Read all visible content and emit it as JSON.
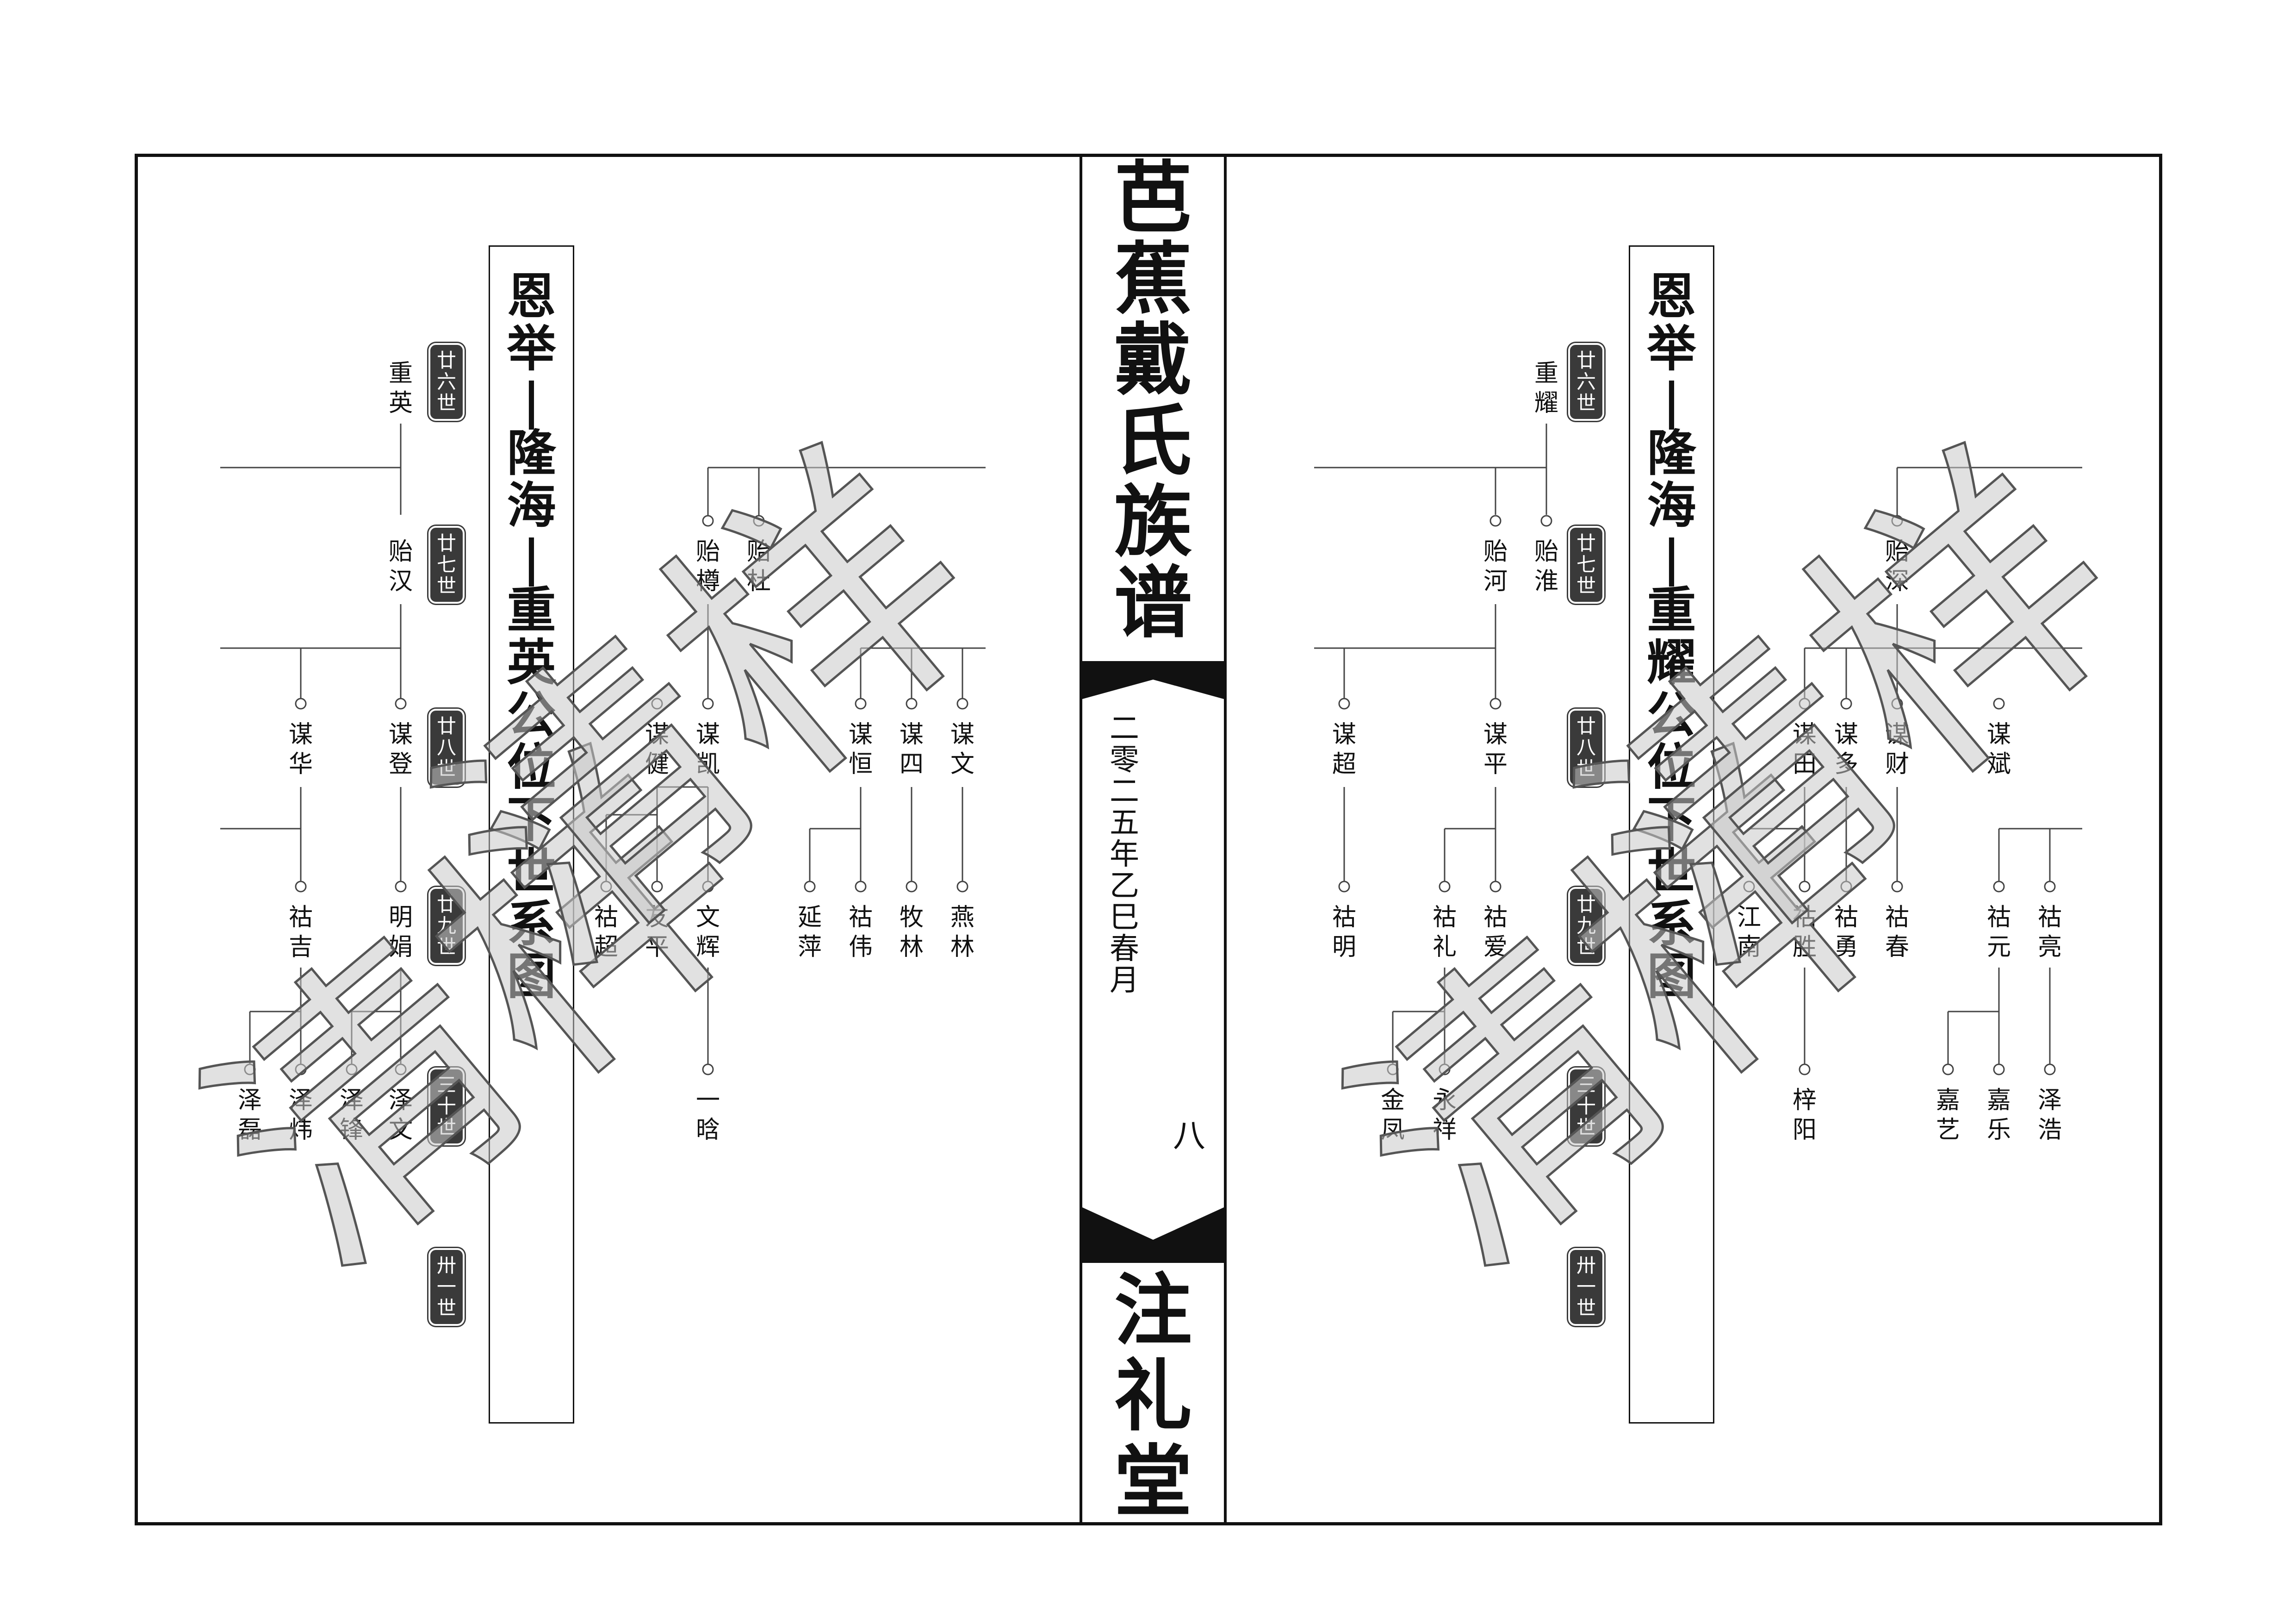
{
  "spine": {
    "title": "芭蕉戴氏族谱",
    "date": "二零二五年乙巳春月",
    "page_number": "八",
    "hall": "注礼堂"
  },
  "left_chart": {
    "title": "恩举—隆海—重英公位下世系图",
    "generations": [
      "廿六世",
      "廿七世",
      "廿八世",
      "廿九世",
      "三十世",
      "卅一世"
    ],
    "names": {
      "g26": "重英",
      "g27a": "贻汉",
      "g27b": "贻樽",
      "g27c": "贻杜",
      "g28a": "谋华",
      "g28b": "谋登",
      "g28c": "谋健",
      "g28d": "谋凯",
      "g28e": "谋恒",
      "g28f": "谋四",
      "g28g": "谋文",
      "g29a": "祜吉",
      "g29b": "明娟",
      "g29c": "祜超",
      "g29d": "友平",
      "g29e": "文辉",
      "g29f": "延萍",
      "g29g": "祜伟",
      "g29h": "牧林",
      "g29i": "燕林",
      "g30a": "泽磊",
      "g30b": "泽炜",
      "g30c": "泽锋",
      "g30d": "泽文",
      "g30e": "一晗"
    }
  },
  "right_chart": {
    "title": "恩举—隆海—重耀公位下世系图",
    "generations": [
      "廿六世",
      "廿七世",
      "廿八世",
      "廿九世",
      "三十世",
      "卅一世"
    ],
    "names": {
      "g26": "重耀",
      "g27a": "贻河",
      "g27b": "贻淮",
      "g27c": "贻深",
      "g28a": "谋超",
      "g28b": "谋平",
      "g28c": "谋田",
      "g28d": "谋多",
      "g28e": "谋财",
      "g28f": "谋斌",
      "g29a": "祜明",
      "g29b": "祜礼",
      "g29c": "祜爱",
      "g29d": "江南",
      "g29e": "祜胜",
      "g29f": "祜勇",
      "g29g": "祜春",
      "g29h": "祜元",
      "g29i": "祜亮",
      "g30a": "金凤",
      "g30b": "永祥",
      "g30c": "梓阳",
      "g30d": "嘉艺",
      "g30e": "嘉乐",
      "g30f": "泽浩"
    }
  },
  "watermark_text": "清样",
  "colors": {
    "ink": "#111111",
    "badge": "#3a3a3a",
    "watermark": "#c8c8c8"
  }
}
